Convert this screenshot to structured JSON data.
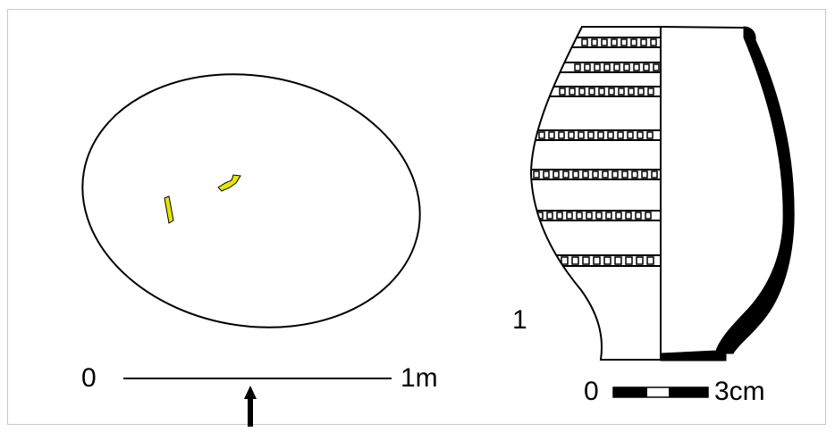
{
  "pit_plan": {
    "scale": {
      "start_label": "0",
      "end_label": "1m"
    },
    "find_color": "#e6e600"
  },
  "vessel": {
    "number_label": "1",
    "scale": {
      "start_label": "0",
      "end_label": "3cm"
    }
  }
}
